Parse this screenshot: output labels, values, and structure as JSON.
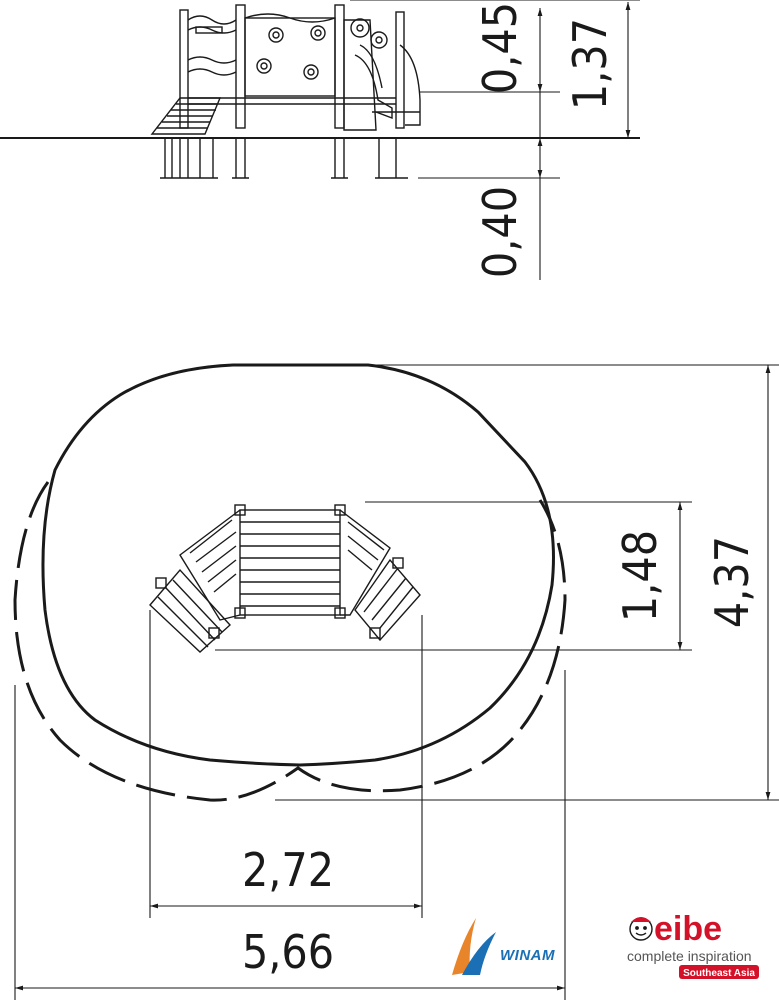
{
  "side_view": {
    "dimensions": {
      "platform_height": "0,45",
      "total_height": "1,37",
      "foundation_depth": "0,40"
    }
  },
  "plan_view": {
    "dimensions": {
      "equipment_depth": "1,48",
      "area_depth": "4,37",
      "equipment_width": "2,72",
      "area_width": "5,66"
    }
  },
  "logos": {
    "winam": {
      "text": "WINAM",
      "color": "#1a6fb5",
      "accent": "#e8842a"
    },
    "eibe": {
      "wordmark": "eibe",
      "tagline": "complete inspiration",
      "region": "Southeast Asia",
      "brand_color": "#d3122a"
    }
  }
}
